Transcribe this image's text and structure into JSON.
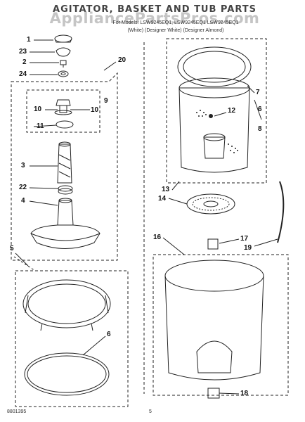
{
  "header": {
    "title": "AGITATOR, BASKET AND TUB PARTS",
    "watermark": "AppliancePartsPros.com",
    "models": "For Models: LSW9245EQ1, LSW9245EQ1 LSW9245EQ1",
    "colors": "(White)  (Designer White) (Designer Almond)"
  },
  "callouts": [
    "1",
    "23",
    "2",
    "24",
    "20",
    "10",
    "9",
    "10",
    "11",
    "3",
    "22",
    "4",
    "5",
    "6",
    "7",
    "12",
    "6",
    "8",
    "13",
    "14",
    "16",
    "17",
    "19",
    "18"
  ],
  "footer": {
    "code": "8801395",
    "page": "5"
  }
}
